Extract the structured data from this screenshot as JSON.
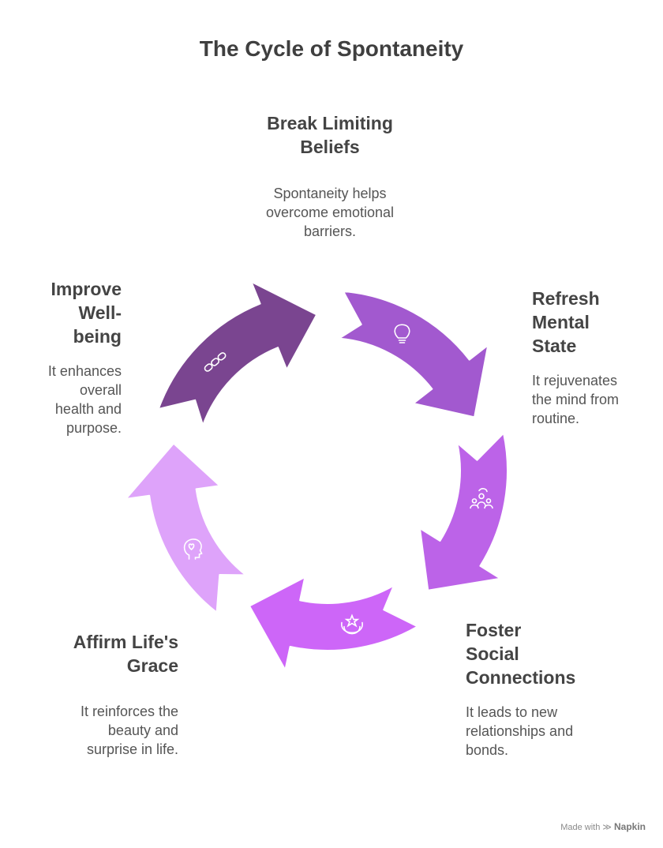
{
  "title": "The Cycle of Spontaneity",
  "steps": [
    {
      "heading": [
        "Break Limiting",
        "Beliefs"
      ],
      "description": [
        "Spontaneity helps",
        "overcome emotional",
        "barriers."
      ],
      "icon": "chain-icon",
      "color": "#7a4590"
    },
    {
      "heading": [
        "Refresh",
        "Mental",
        "State"
      ],
      "description": [
        "It rejuvenates",
        "the mind from",
        "routine."
      ],
      "icon": "lightbulb-icon",
      "color": "#a259cf"
    },
    {
      "heading": [
        "Foster",
        "Social",
        "Connections"
      ],
      "description": [
        "It leads to new",
        "relationships and",
        "bonds."
      ],
      "icon": "people-network-icon",
      "color": "#bc63e8"
    },
    {
      "heading": [
        "Affirm Life's",
        "Grace"
      ],
      "description": [
        "It reinforces the",
        "beauty and",
        "surprise in life."
      ],
      "icon": "star-hand-icon",
      "color": "#cd66f8"
    },
    {
      "heading": [
        "Improve",
        "Well-",
        "being"
      ],
      "description": [
        "It enhances",
        "overall",
        "health and",
        "purpose."
      ],
      "icon": "head-heart-icon",
      "color": "#dea3fa"
    }
  ],
  "footer": {
    "made_with": "Made with",
    "brand": "Napkin"
  }
}
